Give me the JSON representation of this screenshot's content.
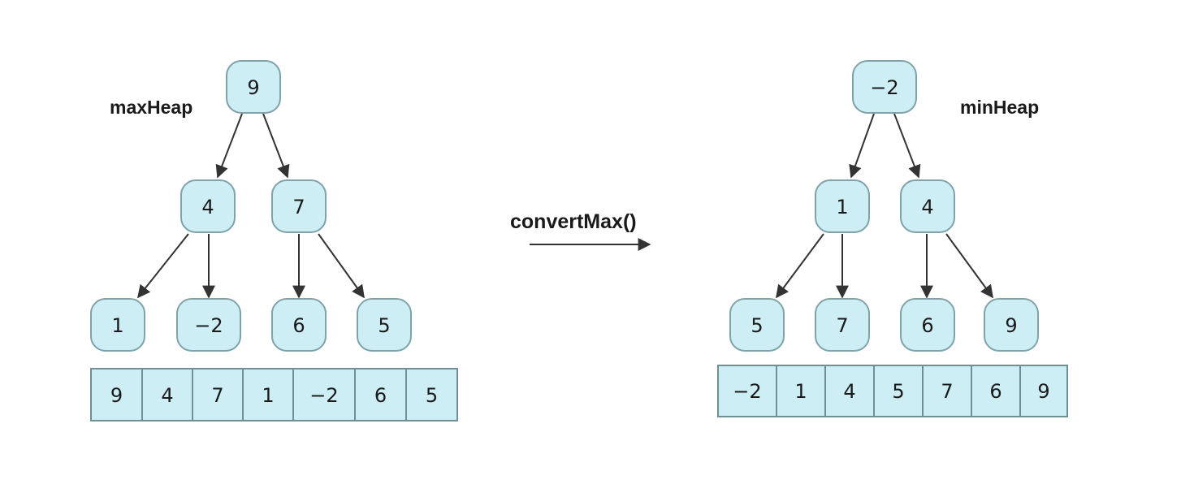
{
  "colors": {
    "node_fill": "#cdeef4",
    "cell_fill": "#cdeef4",
    "edge": "#333333",
    "text": "#1a1a1a"
  },
  "operation": {
    "label": "convertMax()"
  },
  "max_heap": {
    "label": "maxHeap",
    "nodes": [
      "9",
      "4",
      "7",
      "1",
      "−2",
      "6",
      "5"
    ],
    "array": [
      "9",
      "4",
      "7",
      "1",
      "−2",
      "6",
      "5"
    ]
  },
  "min_heap": {
    "label": "minHeap",
    "nodes": [
      "−2",
      "1",
      "4",
      "5",
      "7",
      "6",
      "9"
    ],
    "array": [
      "−2",
      "1",
      "4",
      "5",
      "7",
      "6",
      "9"
    ]
  }
}
